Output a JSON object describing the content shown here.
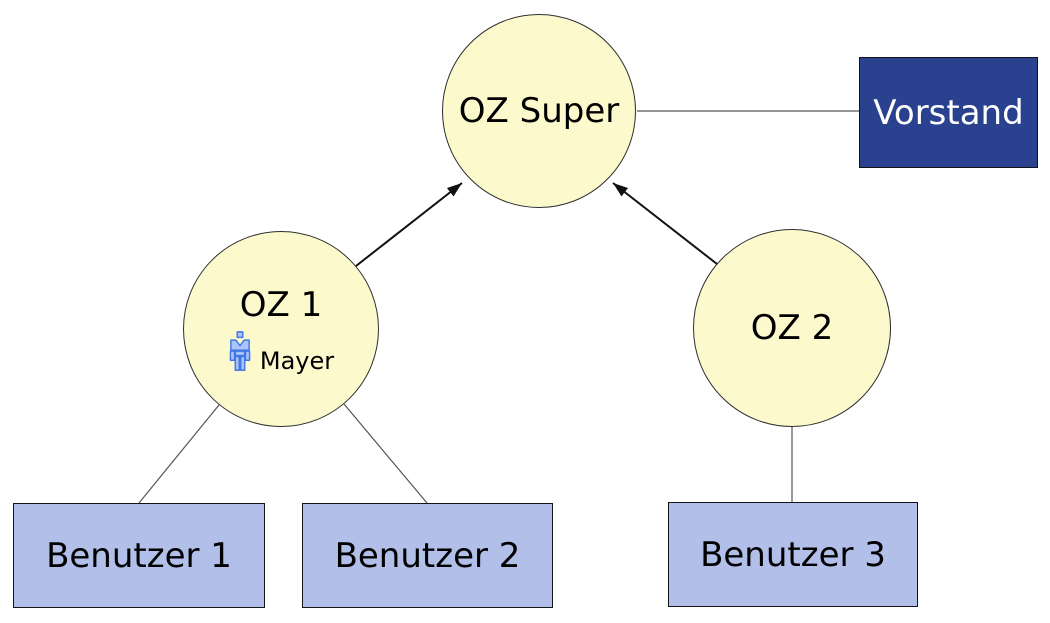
{
  "diagram": {
    "nodes": {
      "oz_super": {
        "label": "OZ Super",
        "shape": "circle"
      },
      "oz1": {
        "label": "OZ 1",
        "shape": "circle",
        "member": "Mayer"
      },
      "oz2": {
        "label": "OZ 2",
        "shape": "circle"
      },
      "vorstand": {
        "label": "Vorstand",
        "shape": "rect"
      },
      "benutzer1": {
        "label": "Benutzer 1",
        "shape": "rect"
      },
      "benutzer2": {
        "label": "Benutzer 2",
        "shape": "rect"
      },
      "benutzer3": {
        "label": "Benutzer 3",
        "shape": "rect"
      }
    },
    "edges": [
      {
        "from": "oz1",
        "to": "oz_super",
        "type": "arrow"
      },
      {
        "from": "oz2",
        "to": "oz_super",
        "type": "arrow"
      },
      {
        "from": "oz_super",
        "to": "vorstand",
        "type": "line"
      },
      {
        "from": "oz1",
        "to": "benutzer1",
        "type": "line"
      },
      {
        "from": "oz1",
        "to": "benutzer2",
        "type": "line"
      },
      {
        "from": "oz2",
        "to": "benutzer3",
        "type": "line"
      }
    ],
    "colors": {
      "circle_fill": "#FCFACD",
      "user_box_fill": "#B1BFE9",
      "vorstand_fill": "#2A4190",
      "vorstand_text": "#FFFFFF",
      "person_icon_blue": "#4377E9",
      "person_icon_light_blue": "#A9C4F7",
      "line_gray": "#555555",
      "arrow_black": "#111111"
    }
  }
}
